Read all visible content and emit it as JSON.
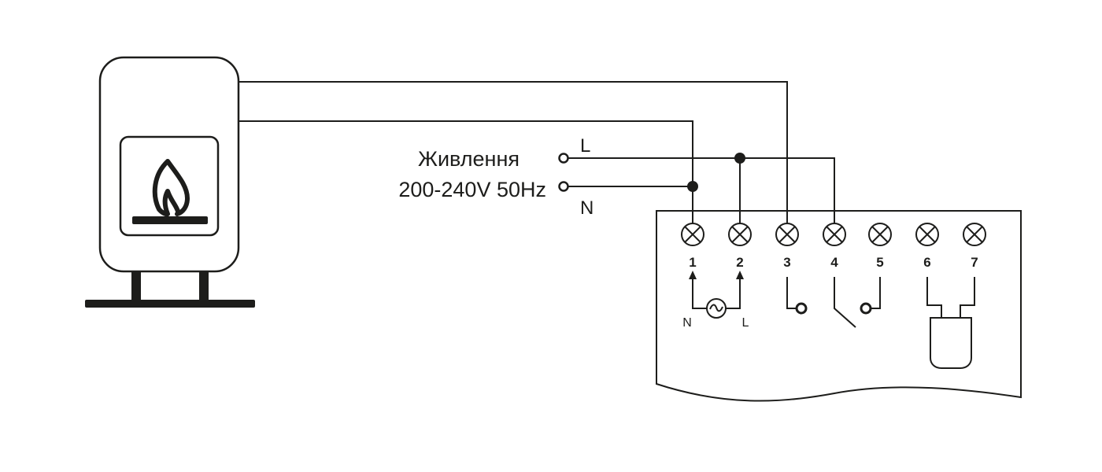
{
  "power": {
    "title": "Живлення",
    "spec": "200-240V 50Hz",
    "line_label": "L",
    "neutral_label": "N"
  },
  "terminals": [
    "1",
    "2",
    "3",
    "4",
    "5",
    "6",
    "7"
  ],
  "supply_terminals": {
    "n_label": "N",
    "l_label": "L"
  },
  "colors": {
    "stroke": "#1d1d1b",
    "background": "#ffffff"
  },
  "icons": [
    "boiler-icon",
    "flame-icon",
    "ac-source-icon",
    "sensor-probe-icon"
  ]
}
